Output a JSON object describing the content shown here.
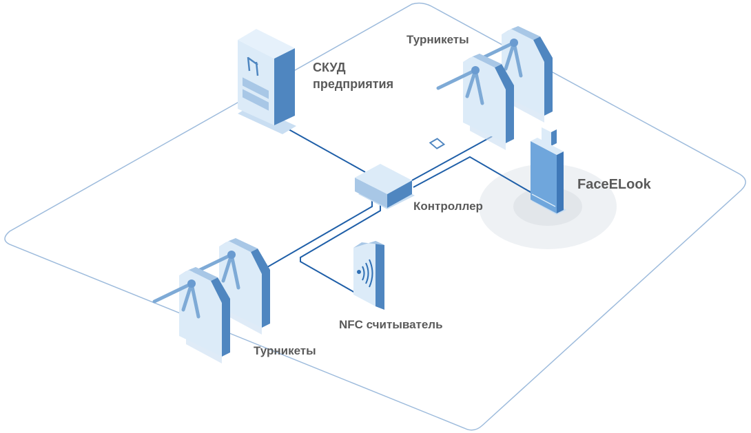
{
  "colors": {
    "wire": "#1f5fa8",
    "floor": "#8fb3d9",
    "device_front": "#dcebf8",
    "device_side": "#4f86c0",
    "device_top": "#a8c7e6",
    "text": "#5a5a5a"
  },
  "labels": {
    "turnstiles_top": "Турникеты",
    "skud_line1": "СКУД",
    "skud_line2": "предприятия",
    "controller": "Контроллер",
    "faceelook": "FaceELook",
    "nfc_reader": "NFC считыватель",
    "turnstiles_bottom": "Турникеты"
  }
}
